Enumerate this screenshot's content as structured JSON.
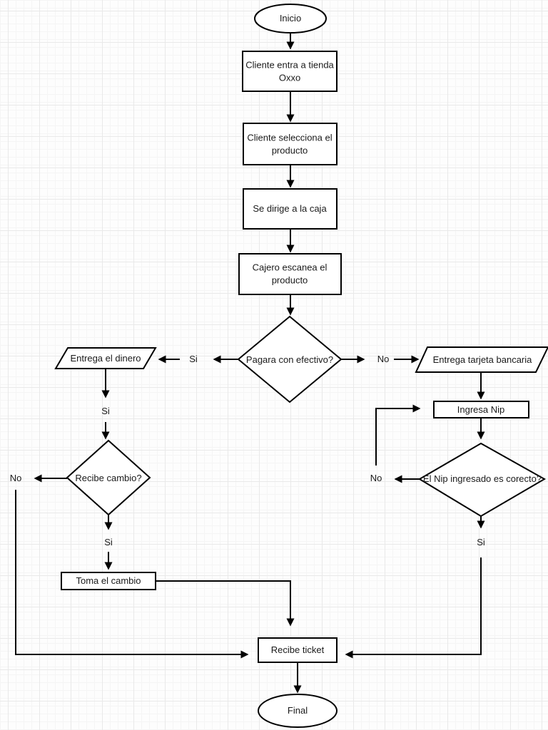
{
  "colors": {
    "stroke": "#000000",
    "text": "#1a1a1a",
    "node_fill": "#ffffff",
    "background": "#fdfdfd",
    "grid_minor": "#f5f5f5",
    "grid_major": "#e9e9e9"
  },
  "nodes": {
    "inicio": {
      "label": "Inicio",
      "type": "terminator"
    },
    "entra_tienda": {
      "line1": "Cliente entra a tienda",
      "line2": "Oxxo",
      "type": "process"
    },
    "selecciona_producto": {
      "line1": "Cliente selecciona el",
      "line2": "producto",
      "type": "process"
    },
    "dirige_caja": {
      "label": "Se dirige a la caja",
      "type": "process"
    },
    "cajero_escanea": {
      "line1": "Cajero escanea el",
      "line2": "producto",
      "type": "process"
    },
    "pagara_efectivo": {
      "label": "Pagara con efectivo?",
      "type": "decision"
    },
    "entrega_dinero": {
      "label": "Entrega el dinero",
      "type": "input-output"
    },
    "recibe_cambio": {
      "label": "Recibe cambio?",
      "type": "decision"
    },
    "toma_cambio": {
      "label": "Toma el cambio",
      "type": "process"
    },
    "entrega_tarjeta": {
      "label": "Entrega tarjeta bancaria",
      "type": "input-output"
    },
    "ingresa_nip": {
      "label": "Ingresa Nip",
      "type": "process"
    },
    "nip_correcto": {
      "label": "El Nip ingresado es corecto?",
      "type": "decision"
    },
    "recibe_ticket": {
      "label": "Recibe ticket",
      "type": "process"
    },
    "final": {
      "label": "Final",
      "type": "terminator"
    }
  },
  "edge_labels": {
    "efectivo_si": "Si",
    "efectivo_no": "No",
    "dinero_si": "Si",
    "cambio_no": "No",
    "cambio_si": "Si",
    "nip_no": "No",
    "nip_si": "Si"
  }
}
